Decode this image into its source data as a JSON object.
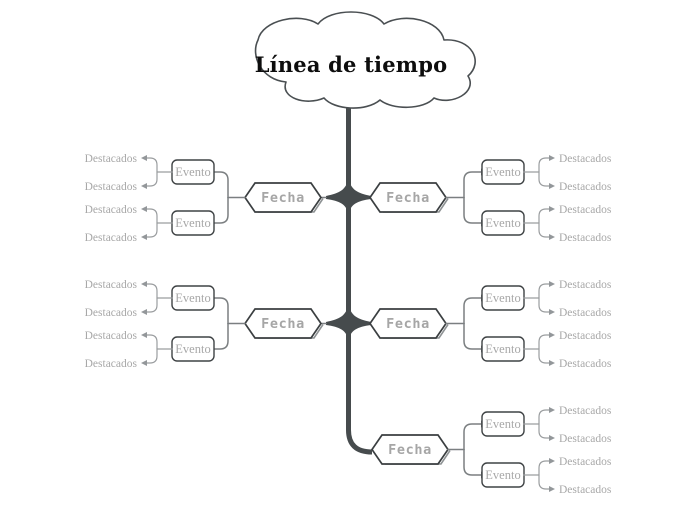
{
  "diagram": {
    "type": "mindmap",
    "title": "Línea de tiempo",
    "background_color": "#ffffff",
    "labels": {
      "root": "Línea de tiempo",
      "date": "Fecha",
      "event": "Evento",
      "highlight": "Destacados"
    },
    "colors": {
      "root_text": "#0d0d0d",
      "trunk": "#464b4d",
      "node_outline": "#3b3f41",
      "muted_text": "#a8a8a8",
      "connector": "#8e9294"
    },
    "root": {
      "label": "Línea de tiempo",
      "shape": "cloud"
    },
    "branches": [
      {
        "id": "branch-left-1",
        "side": "left",
        "date_label": "Fecha",
        "events": [
          {
            "label": "Evento",
            "highlights": [
              "Destacados",
              "Destacados"
            ]
          },
          {
            "label": "Evento",
            "highlights": [
              "Destacados",
              "Destacados"
            ]
          }
        ]
      },
      {
        "id": "branch-right-1",
        "side": "right",
        "date_label": "Fecha",
        "events": [
          {
            "label": "Evento",
            "highlights": [
              "Destacados",
              "Destacados"
            ]
          },
          {
            "label": "Evento",
            "highlights": [
              "Destacados",
              "Destacados"
            ]
          }
        ]
      },
      {
        "id": "branch-left-2",
        "side": "left",
        "date_label": "Fecha",
        "events": [
          {
            "label": "Evento",
            "highlights": [
              "Destacados",
              "Destacados"
            ]
          },
          {
            "label": "Evento",
            "highlights": [
              "Destacados",
              "Destacados"
            ]
          }
        ]
      },
      {
        "id": "branch-right-2",
        "side": "right",
        "date_label": "Fecha",
        "events": [
          {
            "label": "Evento",
            "highlights": [
              "Destacados",
              "Destacados"
            ]
          },
          {
            "label": "Evento",
            "highlights": [
              "Destacados",
              "Destacados"
            ]
          }
        ]
      },
      {
        "id": "branch-right-3",
        "side": "right",
        "date_label": "Fecha",
        "events": [
          {
            "label": "Evento",
            "highlights": [
              "Destacados",
              "Destacados"
            ]
          },
          {
            "label": "Evento",
            "highlights": [
              "Destacados",
              "Destacados"
            ]
          }
        ]
      }
    ]
  }
}
